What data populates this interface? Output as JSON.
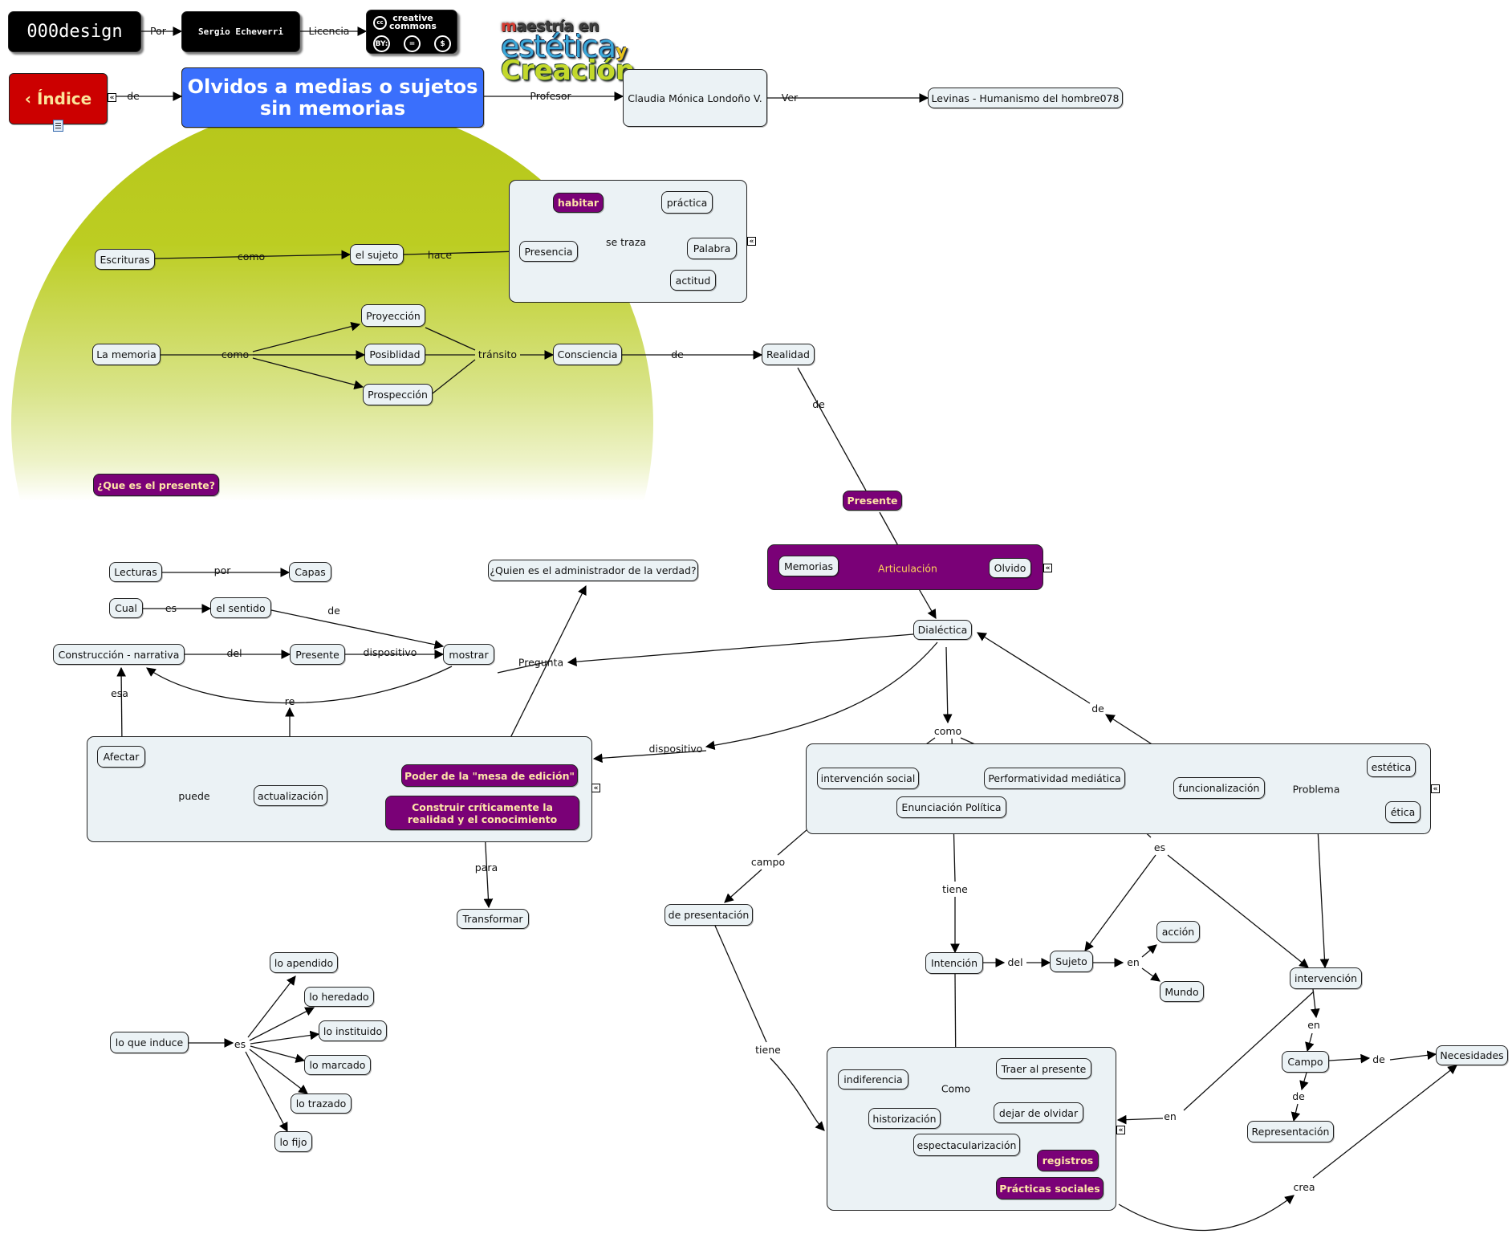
{
  "header": {
    "author_brand": "000design",
    "author_link": "Por",
    "author_name": "Sergio Echeverri",
    "license_link": "Licencia",
    "license_badge": {
      "line1": "creative",
      "line2": "commons",
      "cc": "cc",
      "by": "BY:",
      "nd": "=",
      "nc": "$"
    },
    "logo": {
      "line1_a": "m",
      "line1_b": "aestría en",
      "line2": "estética",
      "line2_y": "y",
      "line3": "Creación"
    },
    "index_button": "‹ Índice",
    "index_link": "de",
    "title": "Olvidos a medias o sujetos sin memorias",
    "professor_link": "Profesor",
    "professor": "Claudia Mónica Londoño V.",
    "see_link": "Ver",
    "reference": "Levinas - Humanismo del hombre078"
  },
  "icons": {
    "expand": "«",
    "document": "document-icon"
  },
  "nodes": {
    "habitar": "habitar",
    "practica": "práctica",
    "presencia": "Presencia",
    "palabra": "Palabra",
    "actitud": "actitud",
    "escrituras": "Escrituras",
    "el_sujeto": "el sujeto",
    "proyeccion": "Proyección",
    "la_memoria": "La memoria",
    "posiblidad": "Posiblidad",
    "prospeccion": "Prospección",
    "consciencia": "Consciencia",
    "realidad": "Realidad",
    "que_es_presente": "¿Que es el presente?",
    "presente_p": "Presente",
    "memorias": "Memorias",
    "articulacion": "Articulación",
    "olvido": "Olvido",
    "dialectica": "Dialéctica",
    "lecturas": "Lecturas",
    "capas": "Capas",
    "quien_admin": "¿Quien es el administrador de la verdad?",
    "cual": "Cual",
    "el_sentido": "el sentido",
    "construccion": "Construcción - narrativa",
    "presente_w": "Presente",
    "mostrar": "mostrar",
    "pregunta": "Pregunta",
    "afectar": "Afectar",
    "actualizacion": "actualización",
    "poder": "Poder de la \"mesa de edición\"",
    "construir": "Construir críticamente la realidad y el conocimiento",
    "transformar": "Transformar",
    "intervencion_social": "intervención social",
    "enunciacion": "Enunciación Política",
    "performatividad": "Performatividad mediática",
    "funcionalizacion": "funcionalización",
    "problema": "Problema",
    "estetica": "estética",
    "etica": "ética",
    "de_presentacion": "de presentación",
    "intencion": "Intención",
    "sujeto": "Sujeto",
    "accion": "acción",
    "mundo": "Mundo",
    "intervencion": "intervención",
    "campo": "Campo",
    "necesidades": "Necesidades",
    "representacion": "Representación",
    "indiferencia": "indiferencia",
    "traer": "Traer al presente",
    "historizacion": "historización",
    "dejar": "dejar de olvidar",
    "espectacularizacion": "espectacularización",
    "registros": "registros",
    "practicas": "Prácticas sociales",
    "como_b": "Como",
    "lo_que_induce": "lo que induce",
    "lo_apendido": "lo apendido",
    "lo_heredado": "lo heredado",
    "lo_instituido": "lo instituido",
    "lo_marcado": "lo marcado",
    "lo_trazado": "lo trazado",
    "lo_fijo": "lo fijo"
  },
  "links": {
    "como1": "como",
    "hace": "hace",
    "se_traza": "se traza",
    "como2": "como",
    "transito": "tránsito",
    "de_consc": "de",
    "de_real": "de",
    "por": "por",
    "es_cual": "es",
    "de_sentido": "de",
    "del": "del",
    "dispositivo1": "dispositivo",
    "esa": "esa",
    "re": "re",
    "dispositivo2": "dispositivo",
    "puede": "puede",
    "para": "para",
    "como3": "como",
    "de_func": "de",
    "campo": "campo",
    "es_perf": "es",
    "tiene1": "tiene",
    "del2": "del",
    "en_sujeto": "en",
    "tiene2": "tiene",
    "en_interv": "en",
    "de_campo": "de",
    "de_campo2": "de",
    "en_bottom": "en",
    "crea": "crea",
    "es_induce": "es"
  }
}
